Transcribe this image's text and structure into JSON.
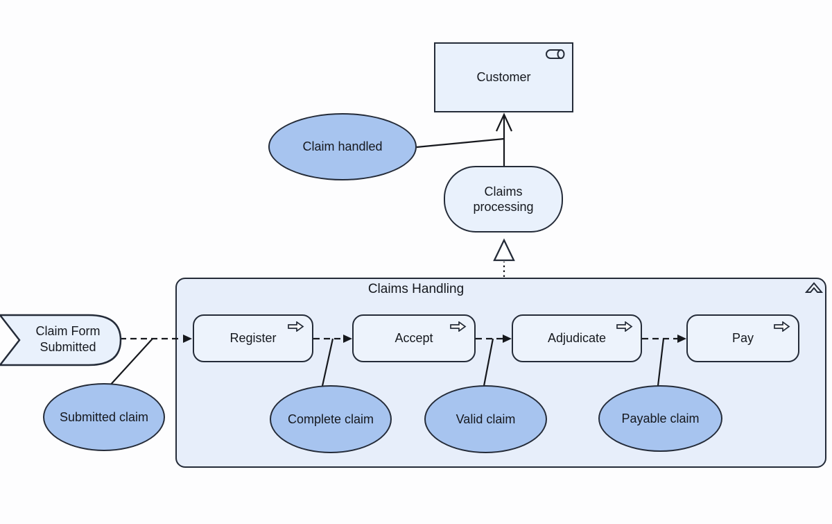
{
  "diagram": {
    "container_title": "Claims Handling",
    "nodes": {
      "customer": {
        "label": "Customer"
      },
      "claim_handled": {
        "label": "Claim handled"
      },
      "claims_processing": {
        "label": "Claims processing"
      },
      "claim_form_submitted": {
        "label": "Claim Form Submitted"
      },
      "processes": [
        {
          "label": "Register"
        },
        {
          "label": "Accept"
        },
        {
          "label": "Adjudicate"
        },
        {
          "label": "Pay"
        }
      ],
      "objects": [
        {
          "label": "Submitted claim"
        },
        {
          "label": "Complete claim"
        },
        {
          "label": "Valid claim"
        },
        {
          "label": "Payable claim"
        }
      ]
    },
    "icons": {
      "customer_icon": "business-role-cylinder",
      "process_icon": "right-arrow-outline",
      "container_icon": "chevron-up-band"
    },
    "colors": {
      "object_fill": "#a7c4ef",
      "element_fill": "#e9f1fc",
      "process_fill": "#edf3fc",
      "container_fill": "#e7eefa",
      "border": "#242b38",
      "connector": "#16181d",
      "background": "#fdfdfe"
    }
  }
}
